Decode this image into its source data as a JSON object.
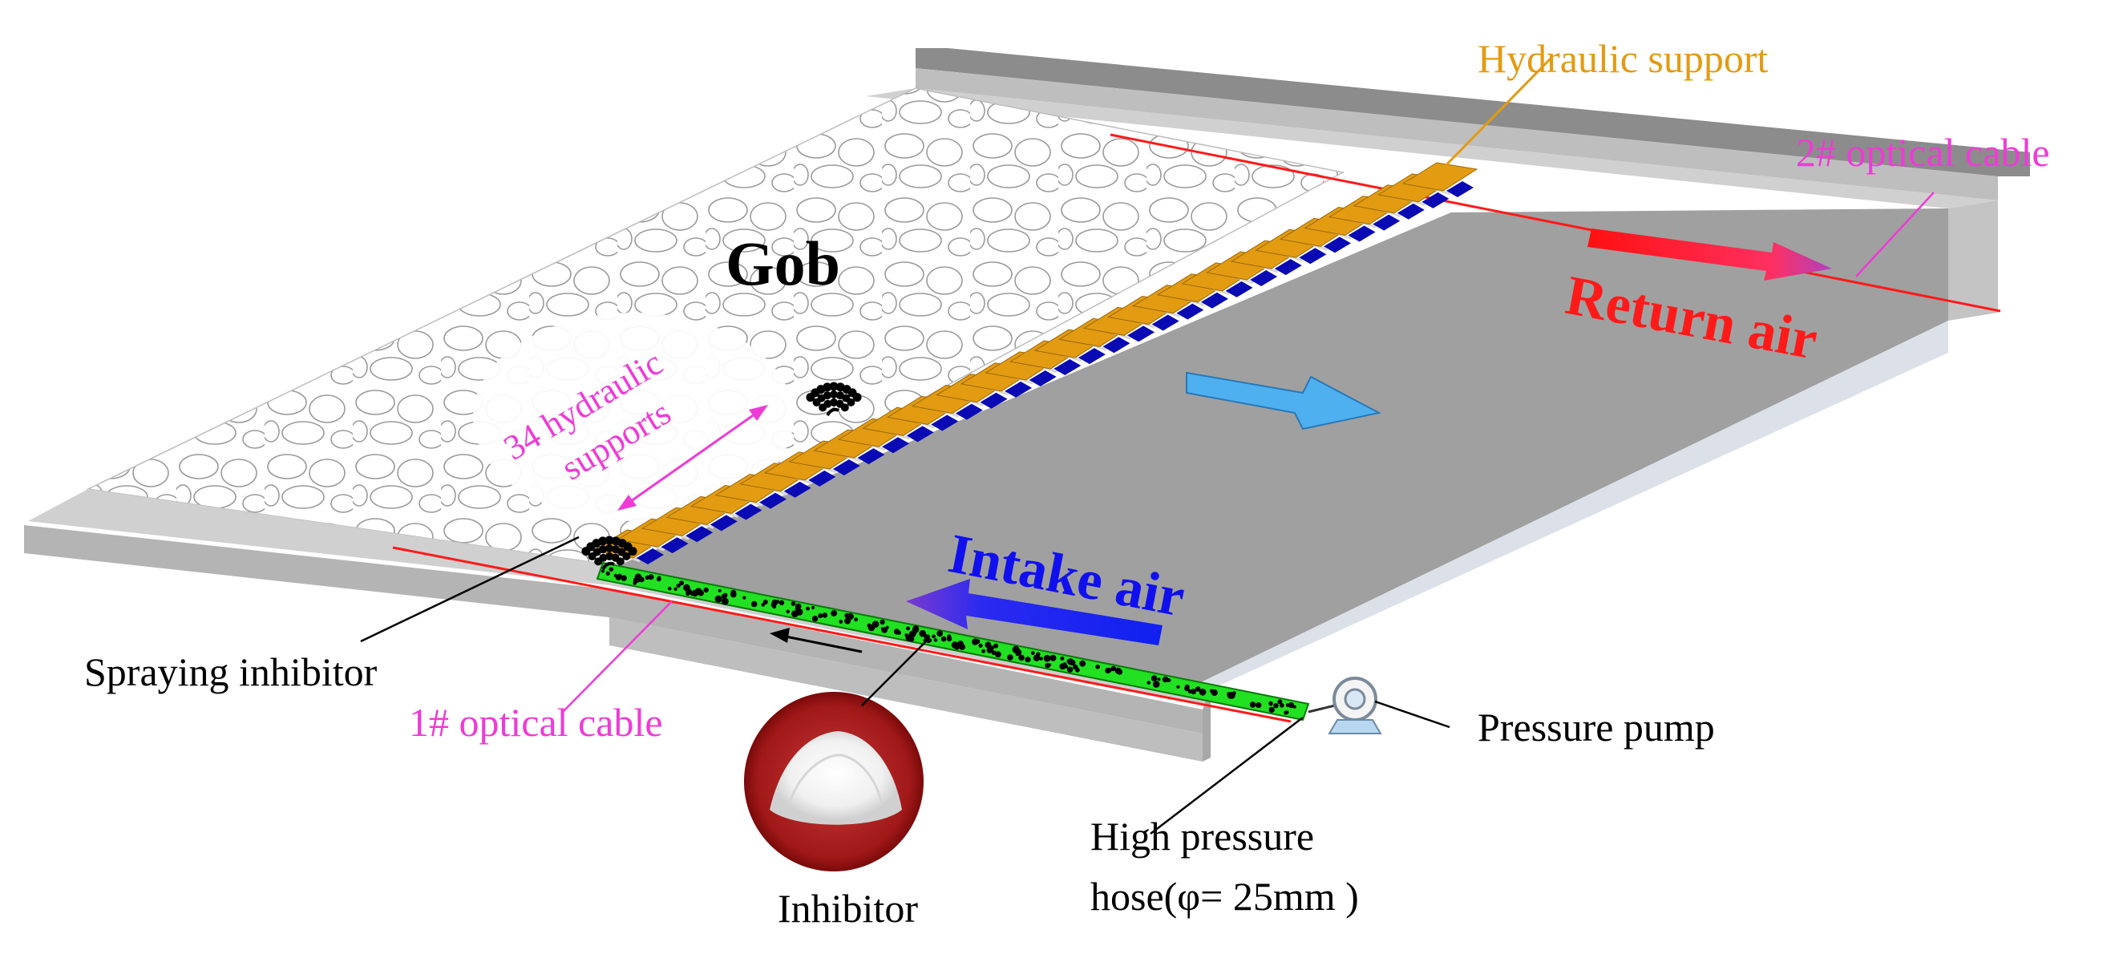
{
  "labels": {
    "gob": "Gob",
    "hydraulic_support": "Hydraulic support",
    "optical_cable_2": "2# optical cable",
    "return_air": "Return air",
    "supports_line1": "34 hydraulic",
    "supports_line2": "supports",
    "intake_air": "Intake air",
    "spraying_inhibitor": "Spraying inhibitor",
    "optical_cable_1": "1# optical cable",
    "pressure_pump": "Pressure pump",
    "hose_line1": "High pressure",
    "hose_line2": "hose(φ= 25mm )",
    "inhibitor": "Inhibitor"
  },
  "colors": {
    "support_orange": "#E39B12",
    "cable_magenta": "#EE3BD6",
    "return_red": "#FF1A1A",
    "intake_blue": "#1010EE",
    "hose_green": "#22E022",
    "airflow_cyan": "#4FB0F0",
    "floor_grey": "#A0A0A0",
    "roadway_grey": "#C8C8C8",
    "wall_dark": "#8C8C8C"
  },
  "hydraulic_support_count": 34
}
